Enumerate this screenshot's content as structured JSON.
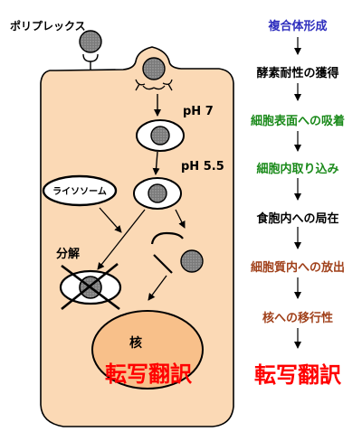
{
  "diagram": {
    "polyplex_label": "ポリプレックス",
    "ph7_label": "pH  7",
    "ph55_label": "pH  5.5",
    "lysosome_label": "ライソソーム",
    "degradation_label": "分解",
    "nucleus_label": "核",
    "nucleus_process": "転写翻訳"
  },
  "steps": [
    {
      "label": "複合体形成",
      "color": "#2e2ebe"
    },
    {
      "label": "酵素耐性の獲得",
      "color": "#000000"
    },
    {
      "label": "細胞表面への吸着",
      "color": "#1a8a1a"
    },
    {
      "label": "細胞内取り込み",
      "color": "#1a8a1a"
    },
    {
      "label": "食胞内への局在",
      "color": "#000000"
    },
    {
      "label": "細胞質内への放出",
      "color": "#a0401a"
    },
    {
      "label": "核への移行性",
      "color": "#a0401a"
    }
  ],
  "final_step": {
    "label": "転写翻訳",
    "color": "#ff0000"
  },
  "colors": {
    "cell_fill": "#fbd9b5",
    "nucleus_fill": "#f8c08a",
    "particle_fill": "#8a8a8a"
  }
}
